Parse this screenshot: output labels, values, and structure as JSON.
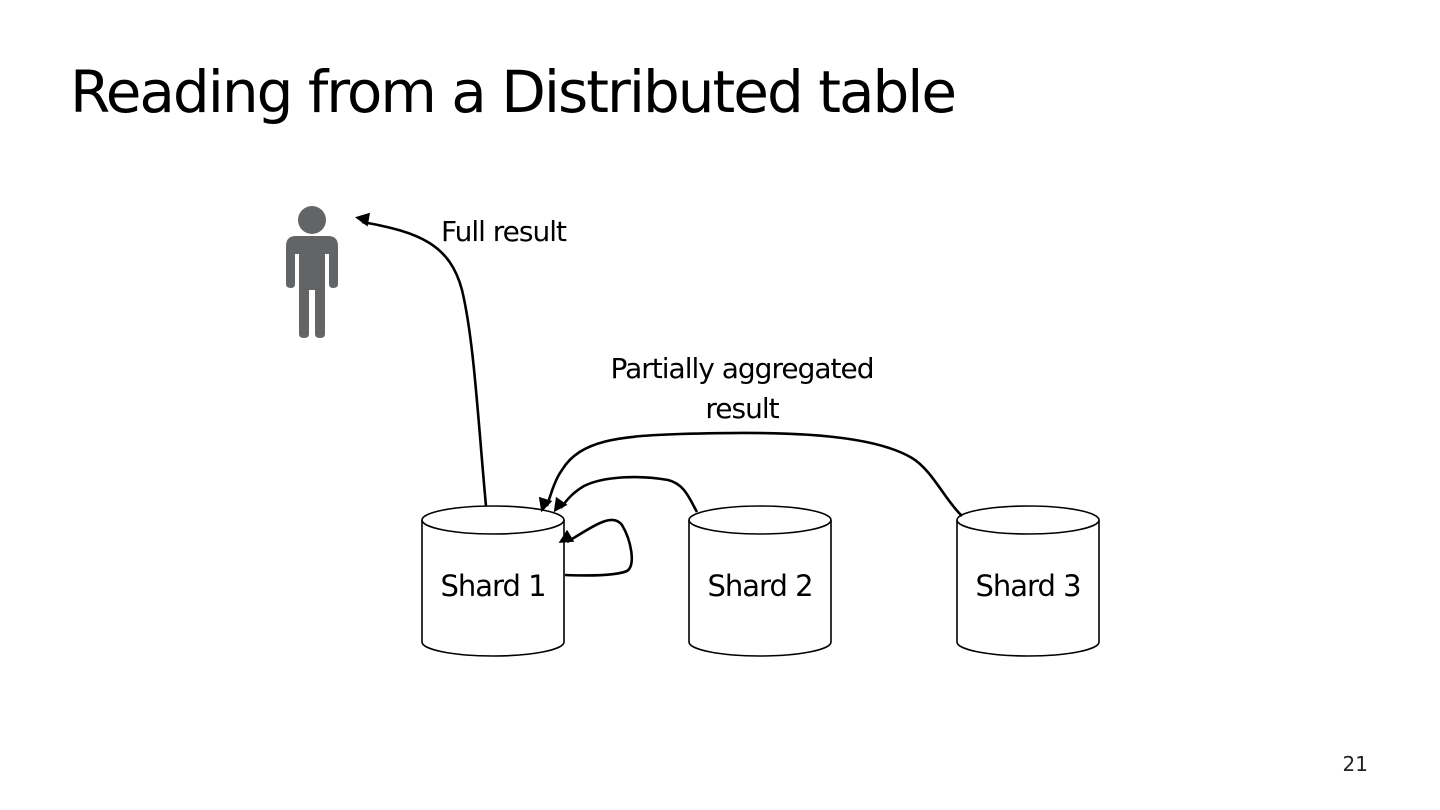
{
  "slide": {
    "title": "Reading from a Distributed table",
    "page_number": "21"
  },
  "diagram": {
    "user_icon": "person-icon",
    "full_result_label": "Full result",
    "partial_result_label_line1": "Partially aggregated",
    "partial_result_label_line2": "result",
    "shards": [
      {
        "label": "Shard 1"
      },
      {
        "label": "Shard 2"
      },
      {
        "label": "Shard 3"
      }
    ],
    "colors": {
      "person": "#636466",
      "stroke": "#000000",
      "background": "#ffffff"
    }
  }
}
